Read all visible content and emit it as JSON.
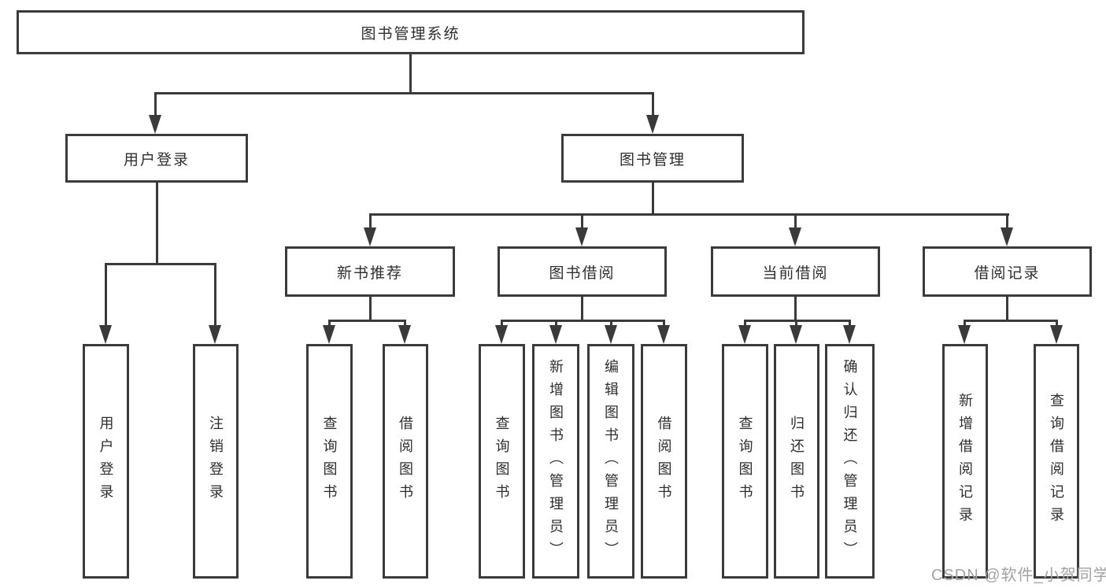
{
  "diagram": {
    "type": "hierarchy-flowchart",
    "colors": {
      "line": "#3a3a3a",
      "box_border": "#3b3b3b",
      "box_bg": "#ffffff",
      "text": "#2e2e2e",
      "watermark": "#a2a2a2"
    },
    "watermark": "CSDN @软件_小贺同学"
  },
  "tree": {
    "label": "图书管理系统",
    "children": [
      {
        "label": "用户登录",
        "children": [
          {
            "label": "用户登录"
          },
          {
            "label": "注销登录"
          }
        ]
      },
      {
        "label": "图书管理",
        "children": [
          {
            "label": "新书推荐",
            "children": [
              {
                "label": "查询图书"
              },
              {
                "label": "借阅图书"
              }
            ]
          },
          {
            "label": "图书借阅",
            "children": [
              {
                "label": "查询图书"
              },
              {
                "label": "新增图书（管理员）"
              },
              {
                "label": "编辑图书（管理员）"
              },
              {
                "label": "借阅图书"
              }
            ]
          },
          {
            "label": "当前借阅",
            "children": [
              {
                "label": "查询图书"
              },
              {
                "label": "归还图书"
              },
              {
                "label": "确认归还（管理员）"
              }
            ]
          },
          {
            "label": "借阅记录",
            "children": [
              {
                "label": "新增借阅记录"
              },
              {
                "label": "查询借阅记录"
              }
            ]
          }
        ]
      }
    ]
  }
}
